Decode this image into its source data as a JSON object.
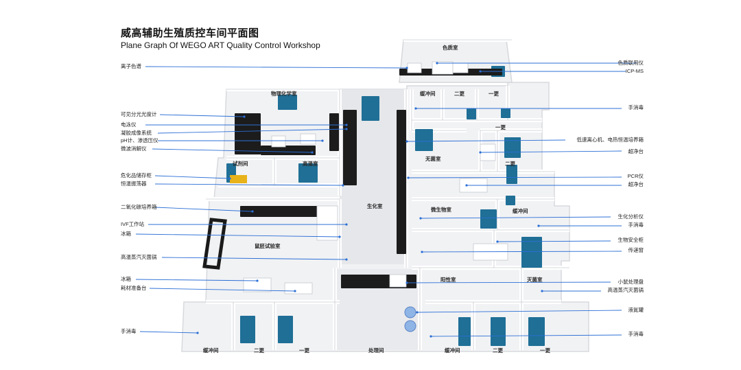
{
  "title": {
    "cn": "威高辅助生殖质控车间平面图",
    "en": "Plane Graph  Of  WEGO ART Quality Control Workshop"
  },
  "colors": {
    "line": "#2b6fd6",
    "floor": "#eeeff1",
    "wall": "#ffffff",
    "door": "#1f6f96",
    "bench": "#1c1c1c"
  },
  "left_labels": [
    {
      "text": "离子色谱"
    },
    {
      "text": "可见分光光度计"
    },
    {
      "text": "电泳仪"
    },
    {
      "text": "凝胶成像系统"
    },
    {
      "text": "pH计、渗透压仪"
    },
    {
      "text": "微波消解仪"
    },
    {
      "text": "危化品储存柜"
    },
    {
      "text": "恒温振荡器"
    },
    {
      "text": "二氧化碳培养箱"
    },
    {
      "text": "IVF工作站"
    },
    {
      "text": "冰箱"
    },
    {
      "text": "高温蒸汽灭菌锅"
    },
    {
      "text": "冰箱"
    },
    {
      "text": "耗材准备台"
    },
    {
      "text": "手消毒"
    }
  ],
  "right_labels": [
    {
      "text": "色质联用仪"
    },
    {
      "text": "ICP-MS"
    },
    {
      "text": "手消毒"
    },
    {
      "text": "低速离心机、电热恒温培养箱"
    },
    {
      "text": "超净台"
    },
    {
      "text": "PCR仪"
    },
    {
      "text": "超净台"
    },
    {
      "text": "生化分析仪"
    },
    {
      "text": "手消毒"
    },
    {
      "text": "生物安全柜"
    },
    {
      "text": "传递窗"
    },
    {
      "text": "小鼠处理盘"
    },
    {
      "text": "高温蒸汽灭菌锅"
    },
    {
      "text": "液氮罐"
    },
    {
      "text": "手消毒"
    }
  ],
  "rooms": [
    {
      "text": "色质室"
    },
    {
      "text": "物理化学室"
    },
    {
      "text": "缓冲间"
    },
    {
      "text": "二更"
    },
    {
      "text": "一更"
    },
    {
      "text": "一更"
    },
    {
      "text": "二更"
    },
    {
      "text": "无菌室"
    },
    {
      "text": "试剂间"
    },
    {
      "text": "高温室"
    },
    {
      "text": "生化室"
    },
    {
      "text": "微生物室"
    },
    {
      "text": "缓冲间"
    },
    {
      "text": "鼠胚试验室"
    },
    {
      "text": "阳性室"
    },
    {
      "text": "灭菌室"
    },
    {
      "text": "缓冲间"
    },
    {
      "text": "二更"
    },
    {
      "text": "一更"
    },
    {
      "text": "处理间"
    },
    {
      "text": "缓冲间"
    },
    {
      "text": "二更"
    },
    {
      "text": "一更"
    }
  ]
}
